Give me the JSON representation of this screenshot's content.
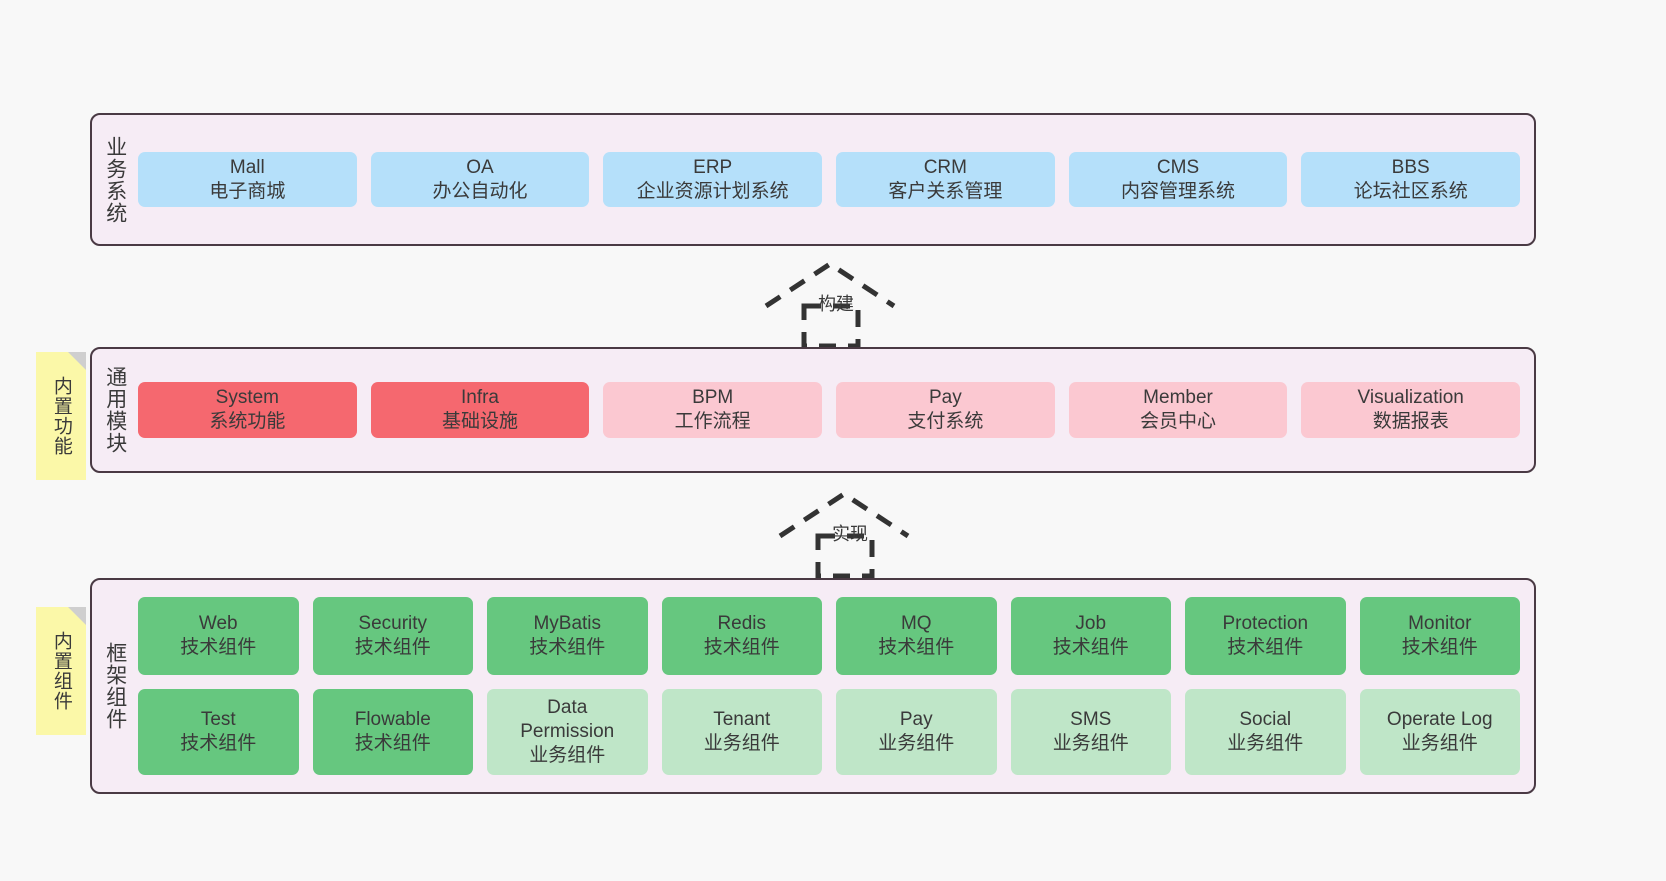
{
  "diagram": {
    "background": "#f8f8f8",
    "container_fill": "#f6ecf5",
    "container_stroke": "#4a3a44",
    "sticky_fill": "#fbf8a8",
    "colors": {
      "blue": "#b5e0fa",
      "red": "#f5686f",
      "pink": "#fbc8d1",
      "green": "#66c77f",
      "light_green": "#bfe6c8"
    }
  },
  "layers": [
    {
      "id": "business-system",
      "label": "业务系统",
      "rows": [
        {
          "cards": [
            {
              "name": "mall",
              "title": "Mall",
              "subtitle": "电子商城",
              "color": "blue"
            },
            {
              "name": "oa",
              "title": "OA",
              "subtitle": "办公自动化",
              "color": "blue"
            },
            {
              "name": "erp",
              "title": "ERP",
              "subtitle": "企业资源计划系统",
              "color": "blue"
            },
            {
              "name": "crm",
              "title": "CRM",
              "subtitle": "客户关系管理",
              "color": "blue"
            },
            {
              "name": "cms",
              "title": "CMS",
              "subtitle": "内容管理系统",
              "color": "blue"
            },
            {
              "name": "bbs",
              "title": "BBS",
              "subtitle": "论坛社区系统",
              "color": "blue"
            }
          ]
        }
      ]
    },
    {
      "id": "common-module",
      "label": "通用模块",
      "sticky": "内置功能",
      "rows": [
        {
          "cards": [
            {
              "name": "system",
              "title": "System",
              "subtitle": "系统功能",
              "color": "red"
            },
            {
              "name": "infra",
              "title": "Infra",
              "subtitle": "基础设施",
              "color": "red"
            },
            {
              "name": "bpm",
              "title": "BPM",
              "subtitle": "工作流程",
              "color": "pink"
            },
            {
              "name": "pay",
              "title": "Pay",
              "subtitle": "支付系统",
              "color": "pink"
            },
            {
              "name": "member",
              "title": "Member",
              "subtitle": "会员中心",
              "color": "pink"
            },
            {
              "name": "visualization",
              "title": "Visualization",
              "subtitle": "数据报表",
              "color": "pink"
            }
          ]
        }
      ]
    },
    {
      "id": "framework-component",
      "label": "框架组件",
      "sticky": "内置组件",
      "rows": [
        {
          "cards": [
            {
              "name": "web",
              "title": "Web",
              "subtitle": "技术组件",
              "color": "green"
            },
            {
              "name": "security",
              "title": "Security",
              "subtitle": "技术组件",
              "color": "green"
            },
            {
              "name": "mybatis",
              "title": "MyBatis",
              "subtitle": "技术组件",
              "color": "green"
            },
            {
              "name": "redis",
              "title": "Redis",
              "subtitle": "技术组件",
              "color": "green"
            },
            {
              "name": "mq",
              "title": "MQ",
              "subtitle": "技术组件",
              "color": "green"
            },
            {
              "name": "job",
              "title": "Job",
              "subtitle": "技术组件",
              "color": "green"
            },
            {
              "name": "protection",
              "title": "Protection",
              "subtitle": "技术组件",
              "color": "green"
            },
            {
              "name": "monitor",
              "title": "Monitor",
              "subtitle": "技术组件",
              "color": "green"
            }
          ]
        },
        {
          "cards": [
            {
              "name": "test",
              "title": "Test",
              "subtitle": "技术组件",
              "color": "green"
            },
            {
              "name": "flowable",
              "title": "Flowable",
              "subtitle": "技术组件",
              "color": "green"
            },
            {
              "name": "data-permission",
              "title": "Data\nPermission",
              "subtitle": "业务组件",
              "color": "light_green"
            },
            {
              "name": "tenant",
              "title": "Tenant",
              "subtitle": "业务组件",
              "color": "light_green"
            },
            {
              "name": "pay-component",
              "title": "Pay",
              "subtitle": "业务组件",
              "color": "light_green"
            },
            {
              "name": "sms",
              "title": "SMS",
              "subtitle": "业务组件",
              "color": "light_green"
            },
            {
              "name": "social",
              "title": "Social",
              "subtitle": "业务组件",
              "color": "light_green"
            },
            {
              "name": "operate-log",
              "title": "Operate Log",
              "subtitle": "业务组件",
              "color": "light_green"
            }
          ]
        }
      ]
    }
  ],
  "connectors": [
    {
      "id": "build",
      "label": "构建"
    },
    {
      "id": "implement",
      "label": "实现"
    }
  ]
}
